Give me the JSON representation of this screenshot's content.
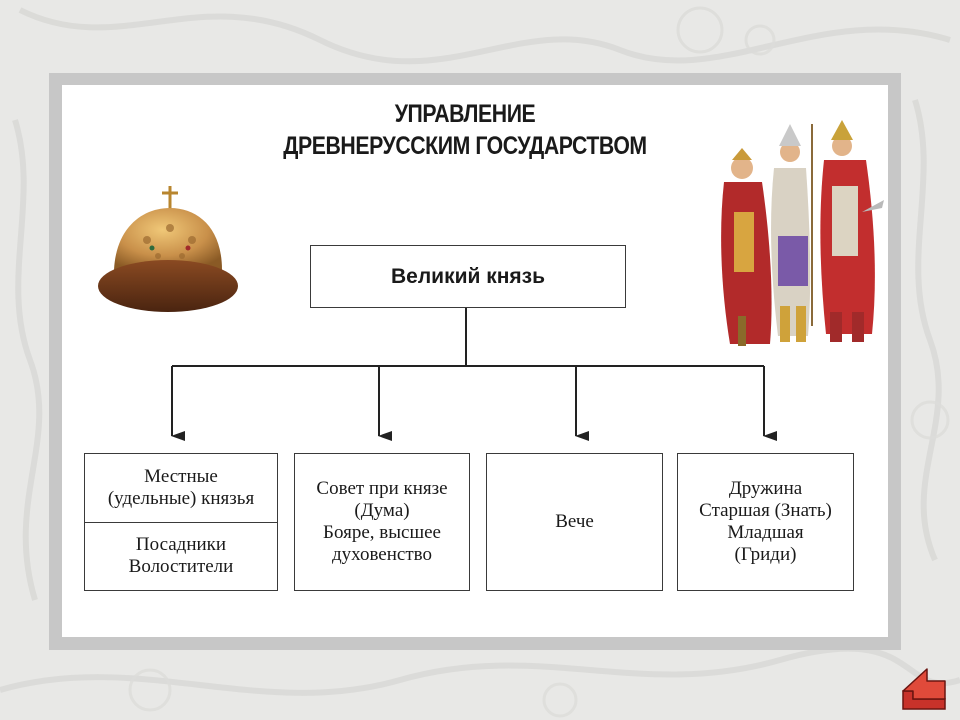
{
  "title": {
    "line1": "УПРАВЛЕНИЕ",
    "line2": "ДРЕВНЕРУССКИМ ГОСУДАРСТВОМ"
  },
  "top_node": {
    "label": "Великий князь"
  },
  "nodes": [
    {
      "lines_a": [
        "Местные",
        "(удельные) князья"
      ],
      "lines_b": [
        "Посадники",
        "Волостители"
      ]
    },
    {
      "lines": [
        "Совет при князе",
        "(Дума)",
        "Бояре, высшее",
        "духовенство"
      ]
    },
    {
      "lines": [
        "Вече"
      ]
    },
    {
      "lines": [
        "Дружина",
        "Старшая (Знать)",
        "Младшая",
        "(Гриди)"
      ]
    }
  ],
  "colors": {
    "frame": "#c7c7c7",
    "nav_button": "#c8322a",
    "line": "#222222"
  },
  "icons": {
    "crown": "cap-of-monomakh-icon",
    "warriors": "prince-and-warriors-illustration",
    "nav": "return-arrow-icon"
  }
}
